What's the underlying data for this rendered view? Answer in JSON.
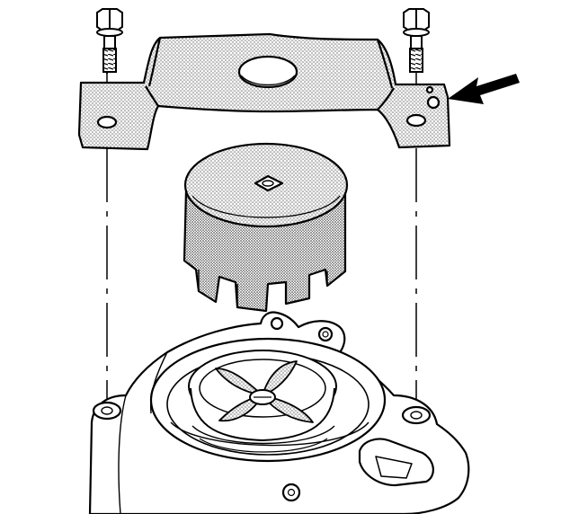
{
  "diagram": {
    "kind": "exploded-view line illustration",
    "colors": {
      "ink": "#000000",
      "paper": "#ffffff",
      "stipple": "#9a9a9a"
    },
    "components": [
      {
        "name": "bracket-plate",
        "shading": "stippled"
      },
      {
        "name": "tool-cylinder",
        "shading": "stippled"
      },
      {
        "name": "bolt-left"
      },
      {
        "name": "bolt-right"
      },
      {
        "name": "housing"
      },
      {
        "name": "impeller"
      },
      {
        "name": "indicator-arrow"
      }
    ],
    "callout_text": []
  }
}
